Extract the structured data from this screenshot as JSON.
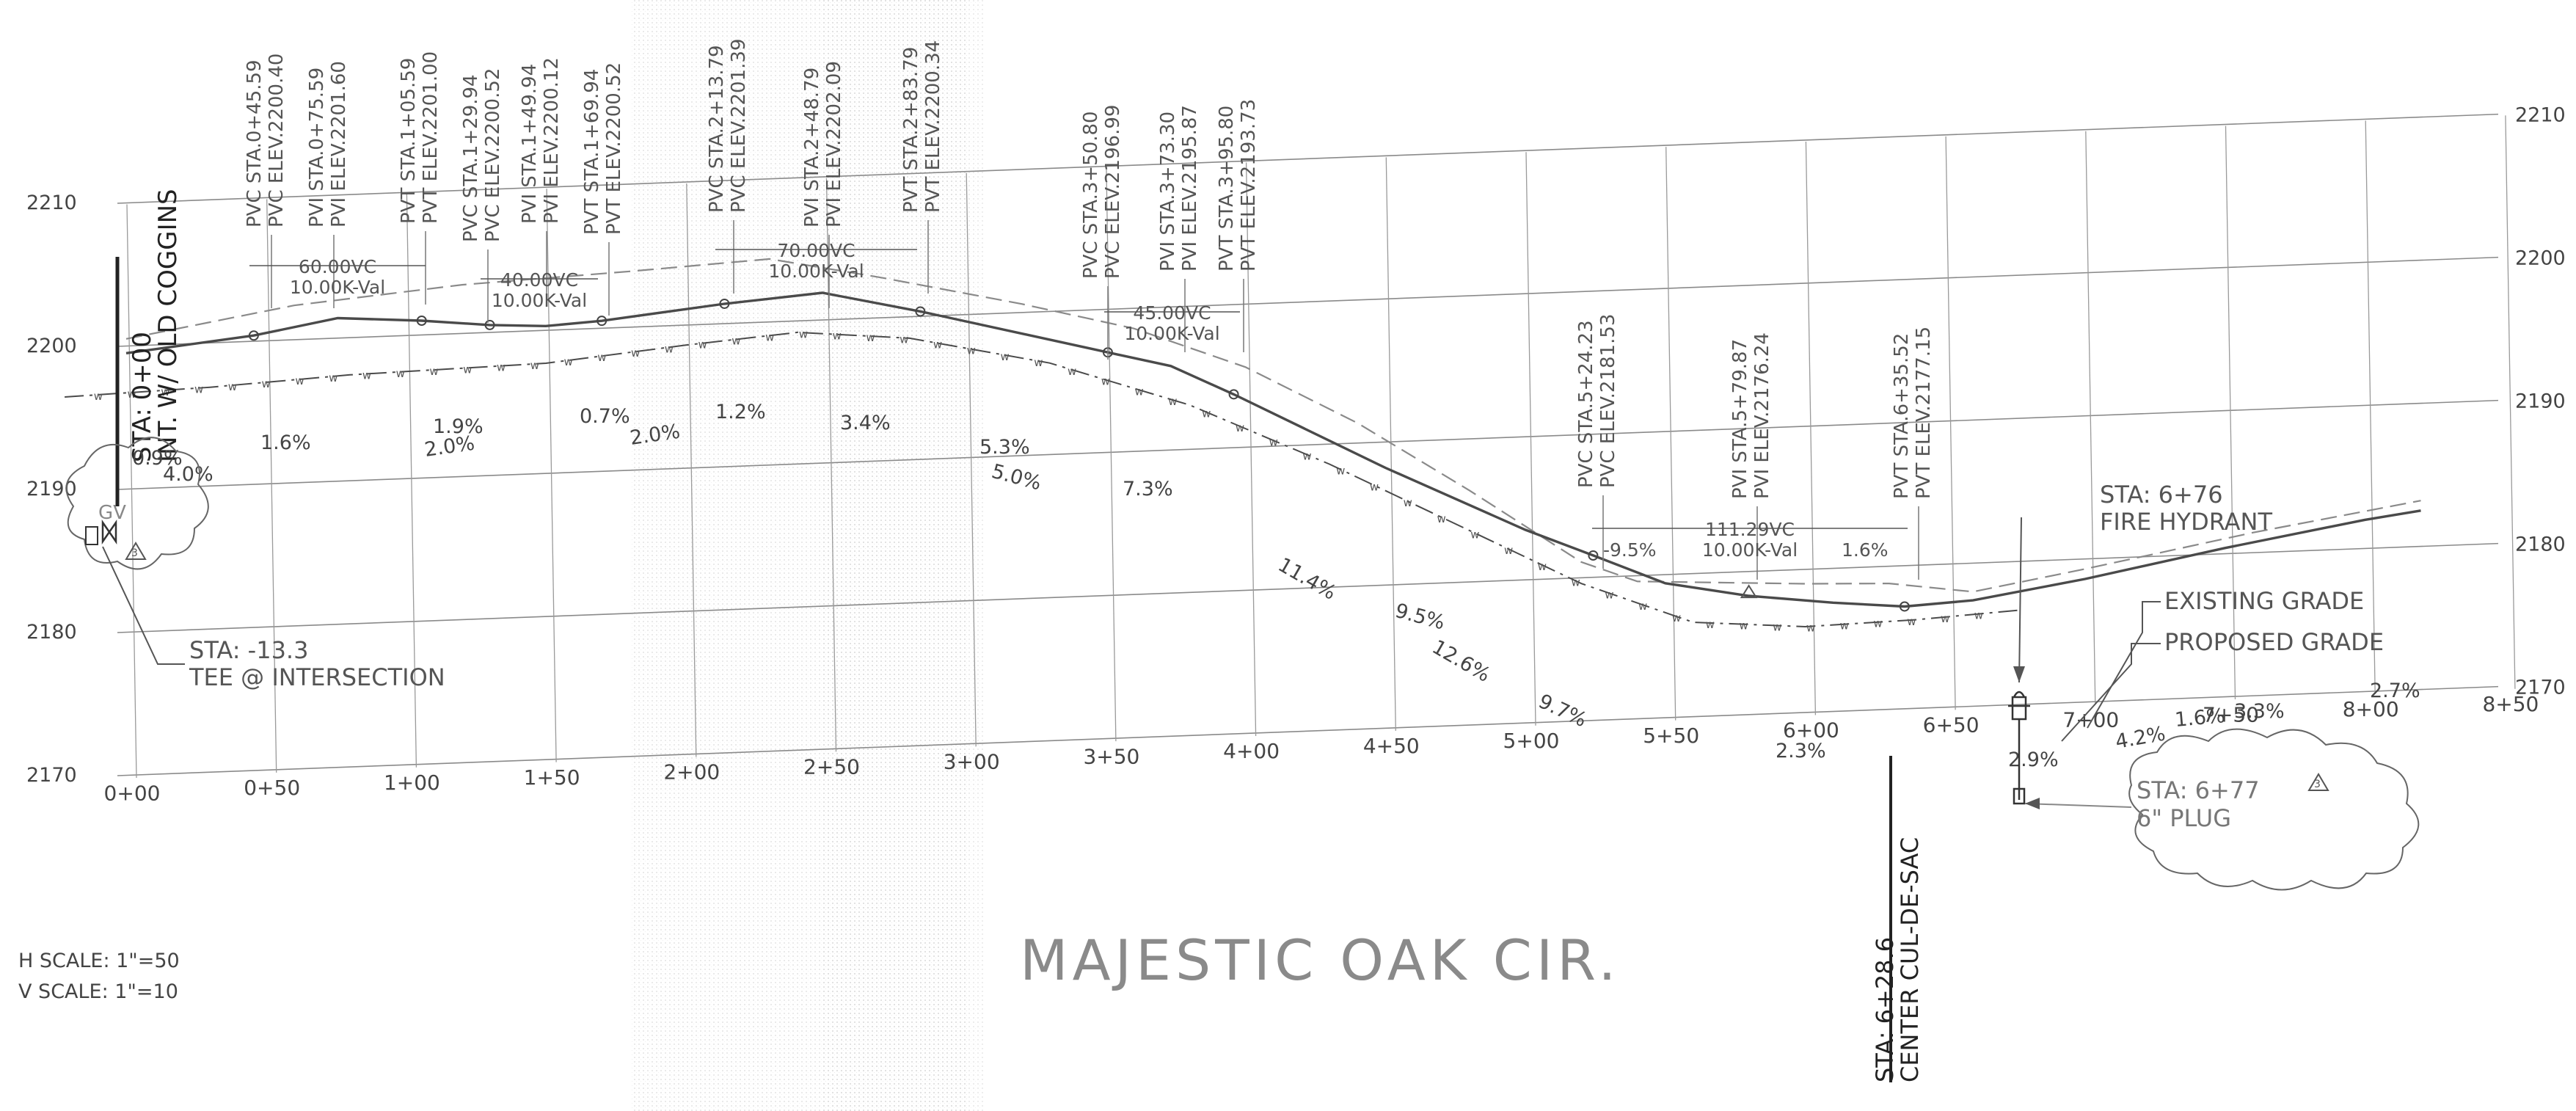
{
  "scale": {
    "h_scale": "H SCALE: 1\"=50",
    "v_scale": "V SCALE: 1\"=10"
  },
  "street_name": "MAJESTIC OAK CIR.",
  "grid": {
    "elev_labels_left": [
      "2210",
      "2200",
      "2190",
      "2180",
      "2170"
    ],
    "elev_labels_right": [
      "2210",
      "2200",
      "2190",
      "2180",
      "2170"
    ],
    "station_labels": [
      "0+00",
      "0+50",
      "1+00",
      "1+50",
      "2+00",
      "2+50",
      "3+00",
      "3+50",
      "4+00",
      "4+50",
      "5+00",
      "5+50",
      "6+00",
      "6+50",
      "7+00",
      "7+50",
      "8+00",
      "8+50"
    ]
  },
  "begin": {
    "sta": "STA: 0+00",
    "int": "INT. W/ OLD COGGINS"
  },
  "center": {
    "sta": "STA: 6+28.6",
    "label": "CENTER CUL-DE-SAC"
  },
  "vertical_curve_labels": [
    {
      "id": "pvc1",
      "line1": "PVC STA.0+45.59",
      "line2": "PVC ELEV.2200.40"
    },
    {
      "id": "pvi1",
      "line1": "PVI STA.0+75.59",
      "line2": "PVI ELEV.2201.60"
    },
    {
      "id": "pvt1",
      "line1": "PVT STA.1+05.59",
      "line2": "PVT ELEV.2201.00"
    },
    {
      "id": "pvc2",
      "line1": "PVC STA.1+29.94",
      "line2": "PVC ELEV.2200.52"
    },
    {
      "id": "pvi2",
      "line1": "PVI STA.1+49.94",
      "line2": "PVI ELEV.2200.12"
    },
    {
      "id": "pvt2",
      "line1": "PVT STA.1+69.94",
      "line2": "PVT ELEV.2200.52"
    },
    {
      "id": "pvc3",
      "line1": "PVC STA.2+13.79",
      "line2": "PVC ELEV.2201.39"
    },
    {
      "id": "pvi3",
      "line1": "PVI STA.2+48.79",
      "line2": "PVI ELEV.2202.09"
    },
    {
      "id": "pvt3",
      "line1": "PVT STA.2+83.79",
      "line2": "PVT ELEV.2200.34"
    },
    {
      "id": "pvc4",
      "line1": "PVC STA.3+50.80",
      "line2": "PVC ELEV.2196.99"
    },
    {
      "id": "pvi4",
      "line1": "PVI STA.3+73.30",
      "line2": "PVI ELEV.2195.87"
    },
    {
      "id": "pvt4",
      "line1": "PVT STA.3+95.80",
      "line2": "PVT ELEV.2193.73"
    },
    {
      "id": "pvc5",
      "line1": "PVC STA.5+24.23",
      "line2": "PVC ELEV.2181.53"
    },
    {
      "id": "pvi5",
      "line1": "PVI STA.5+79.87",
      "line2": "PVI ELEV.2176.24"
    },
    {
      "id": "pvt5",
      "line1": "PVT STA.6+35.52",
      "line2": "PVT ELEV.2177.15"
    }
  ],
  "vc_lengths": [
    {
      "id": "vc1",
      "len": "60.00VC",
      "k": "10.00K-Val"
    },
    {
      "id": "vc2",
      "len": "40.00VC",
      "k": "10.00K-Val"
    },
    {
      "id": "vc3",
      "len": "70.00VC",
      "k": "10.00K-Val"
    },
    {
      "id": "vc4",
      "len": "45.00VC",
      "k": "10.00K-Val"
    },
    {
      "id": "vc5",
      "len": "111.29VC",
      "k": "10.00K-Val",
      "grade_in": "-9.5%",
      "grade_out": "1.6%"
    }
  ],
  "grades": [
    "0.9%",
    "4.0%",
    "1.6%",
    "1.9%",
    "2.0%",
    "0.7%",
    "2.0%",
    "1.2%",
    "3.4%",
    "5.3%",
    "5.0%",
    "7.3%",
    "11.4%",
    "9.5%",
    "12.6%",
    "9.7%",
    "2.3%",
    "2.9%",
    "4.2%",
    "1.6%",
    "3.3%",
    "2.7%"
  ],
  "callouts": {
    "tee_sta": "STA: -13.3",
    "tee_label": "TEE @ INTERSECTION",
    "gv": "GV",
    "hydrant_sta": "STA: 6+76",
    "hydrant_label": "FIRE HYDRANT",
    "existing_grade": "EXISTING GRADE",
    "proposed_grade": "PROPOSED GRADE",
    "plug_sta": "STA: 6+77",
    "plug_label": "6\" PLUG",
    "revision_mark": "3"
  },
  "profiles": {
    "proposed": [
      [
        0,
        2199.5
      ],
      [
        45.59,
        2200.4
      ],
      [
        75.59,
        2201.4
      ],
      [
        105.59,
        2201.0
      ],
      [
        129.94,
        2200.52
      ],
      [
        149.94,
        2200.3
      ],
      [
        169.94,
        2200.52
      ],
      [
        213.79,
        2201.39
      ],
      [
        248.79,
        2201.9
      ],
      [
        283.79,
        2200.34
      ],
      [
        350.8,
        2196.99
      ],
      [
        373.3,
        2195.87
      ],
      [
        395.8,
        2193.73
      ],
      [
        450,
        2188.2
      ],
      [
        500,
        2183.5
      ],
      [
        524.23,
        2181.53
      ],
      [
        550,
        2179.4
      ],
      [
        579.87,
        2178.3
      ],
      [
        610,
        2177.6
      ],
      [
        635.52,
        2177.15
      ],
      [
        660,
        2177.4
      ],
      [
        700,
        2178.6
      ],
      [
        750,
        2180.4
      ],
      [
        800,
        2182.0
      ],
      [
        820,
        2182.5
      ]
    ],
    "existing": [
      [
        0,
        2200.5
      ],
      [
        60,
        2202.4
      ],
      [
        120,
        2203.4
      ],
      [
        180,
        2203.9
      ],
      [
        230,
        2204.4
      ],
      [
        270,
        2202.8
      ],
      [
        320,
        2200.6
      ],
      [
        360,
        2198.6
      ],
      [
        400,
        2195.6
      ],
      [
        440,
        2191.4
      ],
      [
        480,
        2186.4
      ],
      [
        520,
        2181.1
      ],
      [
        540,
        2179.6
      ],
      [
        560,
        2179.4
      ],
      [
        600,
        2179.0
      ],
      [
        630,
        2178.8
      ],
      [
        660,
        2178.0
      ],
      [
        700,
        2179.3
      ],
      [
        760,
        2181.4
      ],
      [
        820,
        2183.2
      ]
    ],
    "water": [
      [
        -22,
        2196.6
      ],
      [
        30,
        2196.9
      ],
      [
        80,
        2197.4
      ],
      [
        150,
        2197.7
      ],
      [
        200,
        2198.6
      ],
      [
        240,
        2199.2
      ],
      [
        280,
        2198.5
      ],
      [
        330,
        2196.4
      ],
      [
        380,
        2193.1
      ],
      [
        430,
        2188.6
      ],
      [
        480,
        2183.6
      ],
      [
        520,
        2179.6
      ],
      [
        560,
        2176.6
      ],
      [
        600,
        2176.0
      ],
      [
        640,
        2176.2
      ],
      [
        677,
        2176.6
      ]
    ]
  },
  "colors": {
    "ink": "#4a4a4a",
    "grid": "#8a8a8a",
    "light": "#9a9a9a"
  }
}
